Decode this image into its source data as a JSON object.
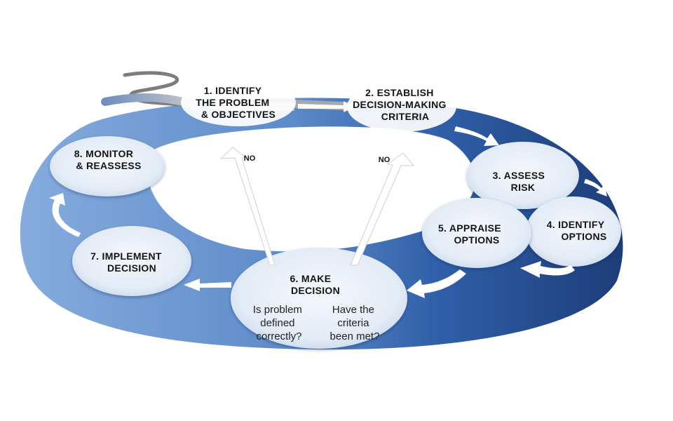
{
  "diagram": {
    "colors": {
      "ring_dark": "#1d3d78",
      "ring_mid": "#2f5ea8",
      "ring_light": "#7fa7db",
      "bubble_fill": "#e6eef8",
      "arrow": "#ffffff"
    },
    "steps": [
      {
        "id": "step1",
        "lines": [
          "1. IDENTIFY",
          "THE PROBLEM",
          "& OBJECTIVES"
        ]
      },
      {
        "id": "step2",
        "lines": [
          "2. ESTABLISH",
          "DECISION-MAKING",
          "CRITERIA"
        ]
      },
      {
        "id": "step3",
        "lines": [
          "3. ASSESS",
          "RISK"
        ]
      },
      {
        "id": "step4",
        "lines": [
          "4. IDENTIFY",
          "OPTIONS"
        ]
      },
      {
        "id": "step5",
        "lines": [
          "5. APPRAISE",
          "OPTIONS"
        ]
      },
      {
        "id": "step6",
        "lines": [
          "6. MAKE",
          "DECISION"
        ]
      },
      {
        "id": "step7",
        "lines": [
          "7. IMPLEMENT",
          "DECISION"
        ]
      },
      {
        "id": "step8",
        "lines": [
          "8. MONITOR",
          "& REASSESS"
        ]
      }
    ],
    "questions": {
      "left": [
        "Is problem",
        "defined",
        "correctly?"
      ],
      "right": [
        "Have the",
        "criteria",
        "been met?"
      ]
    },
    "no_left": "NO",
    "no_right": "NO"
  }
}
